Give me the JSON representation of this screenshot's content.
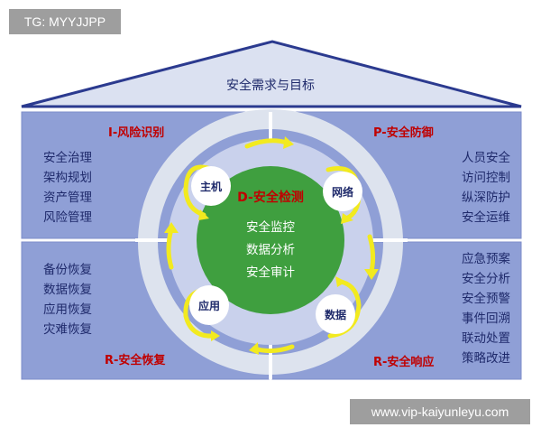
{
  "watermark_top": "TG: MYYJJPP",
  "roof_title": "安全需求与目标",
  "quadrants": {
    "top_left": {
      "title": "I-风险识别",
      "items": [
        "安全治理",
        "架构规划",
        "资产管理",
        "风险管理"
      ]
    },
    "top_right": {
      "title": "P-安全防御",
      "items": [
        "人员安全",
        "访问控制",
        "纵深防护",
        "安全运维"
      ]
    },
    "bottom_left": {
      "title": "R-安全恢复",
      "items": [
        "备份恢复",
        "数据恢复",
        "应用恢复",
        "灾难恢复"
      ]
    },
    "bottom_right": {
      "title": "R-安全响应",
      "items": [
        "应急预案",
        "安全分析",
        "安全预警",
        "事件回溯",
        "联动处置",
        "策略改进"
      ]
    }
  },
  "center": {
    "title": "D-安全检测",
    "items": [
      "安全监控",
      "数据分析",
      "安全审计"
    ]
  },
  "bubbles": {
    "host": "主机",
    "network": "网络",
    "application": "应用",
    "data": "数据"
  },
  "watermark_bottom": "www.vip-kaiyunleyu.com",
  "colors": {
    "roof": "#dbe1f1",
    "roof_edge": "#2b3a8f",
    "panel": "#8f9fd6",
    "panel_edge": "#7d8cc9",
    "ring": "#dde3ee",
    "core": "#3f9f3f",
    "arrow": "#f2ea1f",
    "title_red": "#c00000",
    "text_navy": "#1f2a6b"
  }
}
